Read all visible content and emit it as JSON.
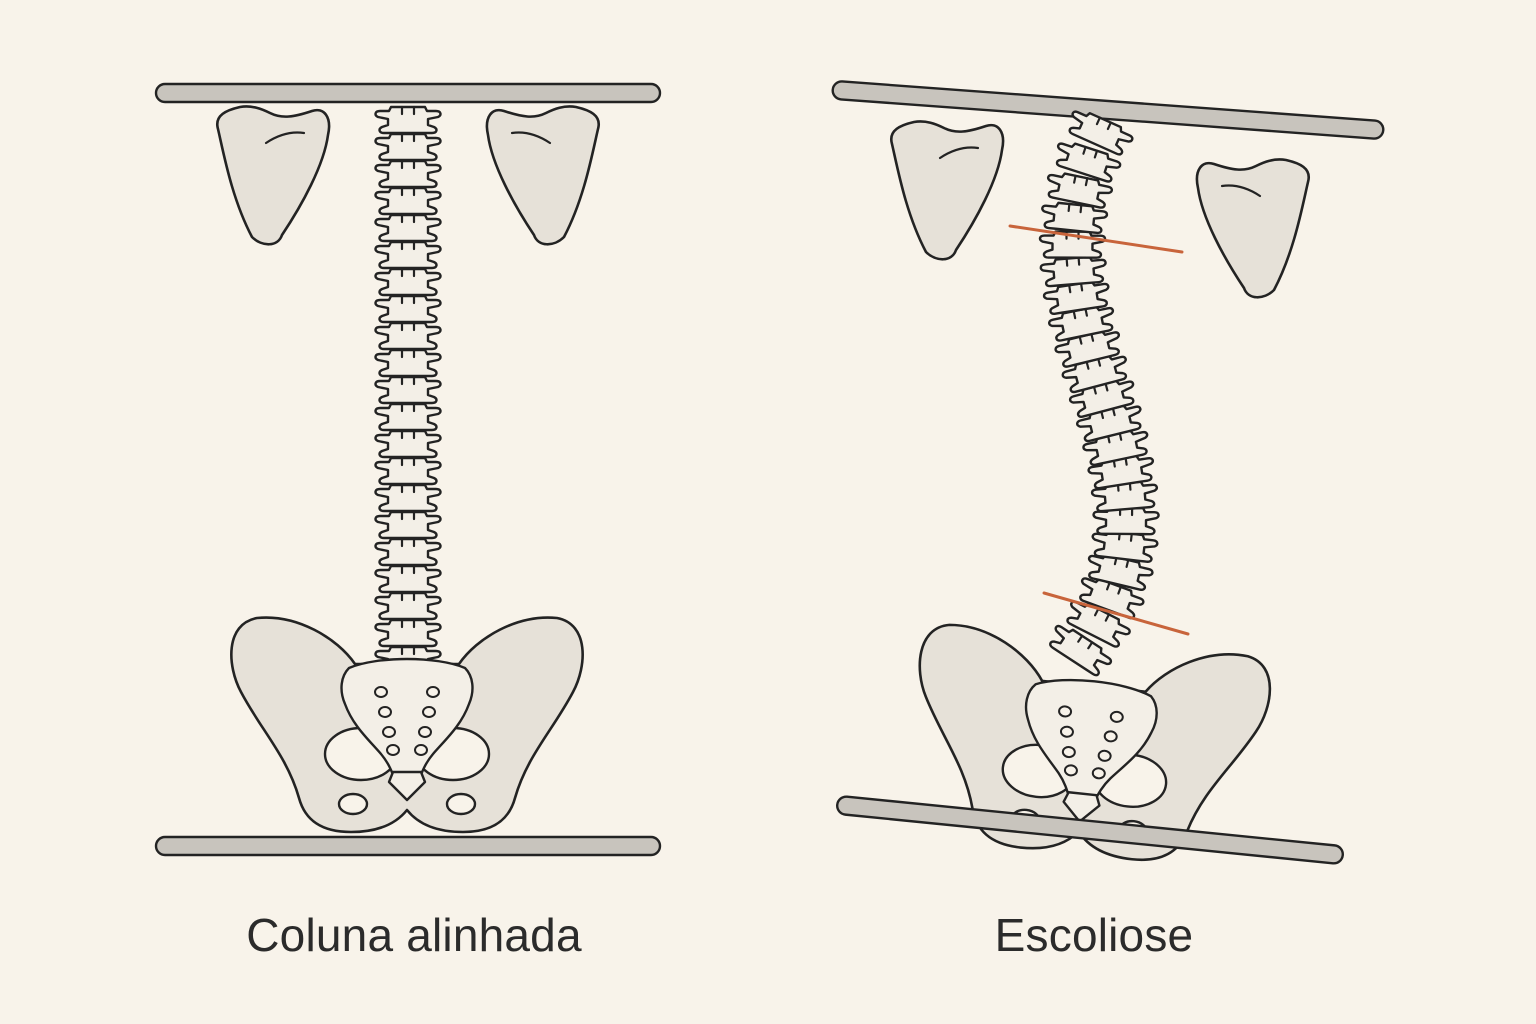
{
  "colors": {
    "background": "#f8f3ea",
    "bone": "#e6e1d8",
    "bone_light": "#f3efe7",
    "outline": "#232323",
    "bar": "#c8c4bd",
    "measurement_line": "#c8643b",
    "caption_text": "#2b2b2b"
  },
  "panels": [
    {
      "id": "aligned",
      "caption": "Coluna alinhada"
    },
    {
      "id": "scoliosis",
      "caption": "Escoliose"
    }
  ]
}
